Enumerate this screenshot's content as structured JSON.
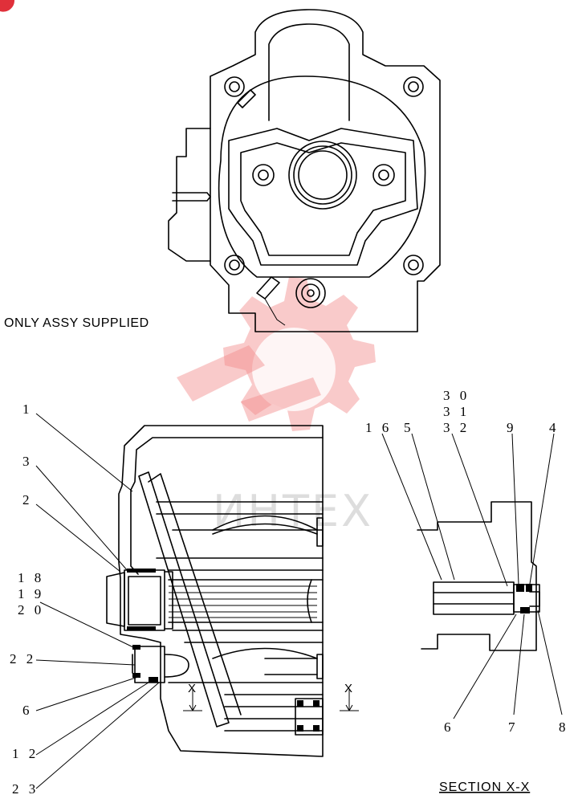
{
  "notes": {
    "assy_note": "ONLY ASSY SUPPLIED",
    "section_title": "SECTION X-X",
    "section_marker": "X"
  },
  "watermark": {
    "text": "ИНТЕХ",
    "color": "#f28a8a"
  },
  "callouts": {
    "c1": "1",
    "c2": "2",
    "c3": "3",
    "c4": "4",
    "c5": "5",
    "c6a": "6",
    "c6b": "6",
    "c7": "7",
    "c8": "8",
    "c9": "9",
    "c12": "1 2",
    "c16": "1 6",
    "c18": "1 8",
    "c19": "1 9",
    "c20": "2 0",
    "c22": "2 2",
    "c23": "2 3",
    "c30": "3 0",
    "c31": "3 1",
    "c32": "3 2"
  }
}
